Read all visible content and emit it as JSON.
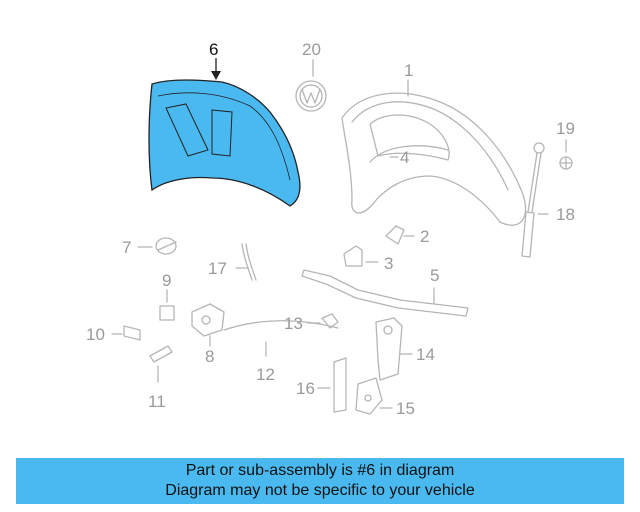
{
  "callouts": {
    "p6": "6",
    "p20": "20",
    "p1": "1",
    "p19": "19",
    "p4": "4",
    "p18": "18",
    "p2": "2",
    "p7": "7",
    "p3": "3",
    "p17": "17",
    "p5": "5",
    "p9": "9",
    "p10": "10",
    "p13": "13",
    "p8": "8",
    "p14": "14",
    "p12": "12",
    "p16": "16",
    "p11": "11",
    "p15": "15"
  },
  "banner": {
    "line1": "Part or sub-assembly is #6 in diagram",
    "line2": "Diagram may not be specific to your vehicle"
  },
  "colors": {
    "highlight": "#4ab9f0",
    "line_art": "#b5b5b5",
    "active_outline": "#222222"
  },
  "highlighted_part": "6"
}
